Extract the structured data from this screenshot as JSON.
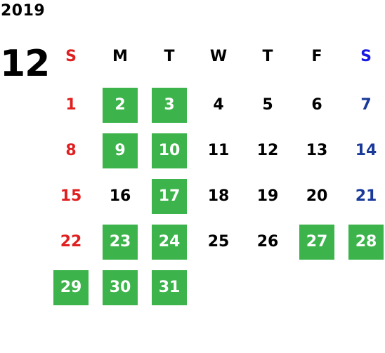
{
  "calendar": {
    "year": "2019",
    "month": "12",
    "weekdays": [
      "S",
      "M",
      "T",
      "W",
      "T",
      "F",
      "S"
    ],
    "colors": {
      "sunday": "#e02020",
      "saturday": "#1a3a9a",
      "saturday_header": "#1a1ae6",
      "weekday": "#000000",
      "highlight_bg": "#3cb44b",
      "highlight_text": "#ffffff"
    },
    "weeks": [
      [
        {
          "day": "1",
          "highlight": false
        },
        {
          "day": "2",
          "highlight": true
        },
        {
          "day": "3",
          "highlight": true
        },
        {
          "day": "4",
          "highlight": false
        },
        {
          "day": "5",
          "highlight": false
        },
        {
          "day": "6",
          "highlight": false
        },
        {
          "day": "7",
          "highlight": false
        }
      ],
      [
        {
          "day": "8",
          "highlight": false
        },
        {
          "day": "9",
          "highlight": true
        },
        {
          "day": "10",
          "highlight": true
        },
        {
          "day": "11",
          "highlight": false
        },
        {
          "day": "12",
          "highlight": false
        },
        {
          "day": "13",
          "highlight": false
        },
        {
          "day": "14",
          "highlight": false
        }
      ],
      [
        {
          "day": "15",
          "highlight": false
        },
        {
          "day": "16",
          "highlight": false
        },
        {
          "day": "17",
          "highlight": true
        },
        {
          "day": "18",
          "highlight": false
        },
        {
          "day": "19",
          "highlight": false
        },
        {
          "day": "20",
          "highlight": false
        },
        {
          "day": "21",
          "highlight": false
        }
      ],
      [
        {
          "day": "22",
          "highlight": false
        },
        {
          "day": "23",
          "highlight": true
        },
        {
          "day": "24",
          "highlight": true
        },
        {
          "day": "25",
          "highlight": false
        },
        {
          "day": "26",
          "highlight": false
        },
        {
          "day": "27",
          "highlight": true
        },
        {
          "day": "28",
          "highlight": true
        }
      ],
      [
        {
          "day": "29",
          "highlight": true
        },
        {
          "day": "30",
          "highlight": true
        },
        {
          "day": "31",
          "highlight": true
        }
      ]
    ]
  }
}
